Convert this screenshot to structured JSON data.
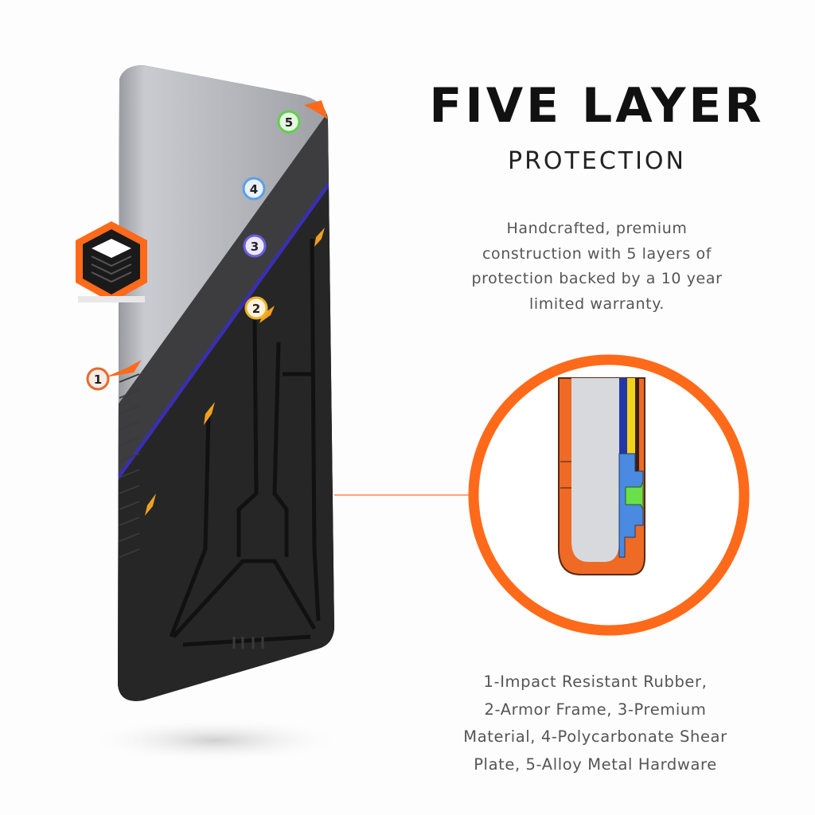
{
  "heading": {
    "title": "FIVE LAYER",
    "subtitle": "PROTECTION"
  },
  "description": {
    "lines": [
      "Handcrafted, premium",
      "construction with 5 layers of",
      "protection backed by a 10 year",
      "limited warranty."
    ]
  },
  "layers": {
    "lines": [
      "1-Impact Resistant Rubber,",
      "2-Armor Frame, 3-Premium",
      "Material, 4-Polycarbonate Shear",
      "Plate, 5-Alloy Metal Hardware"
    ],
    "items": [
      {
        "number": "1",
        "name": "Impact Resistant Rubber",
        "color": "#e8692a"
      },
      {
        "number": "2",
        "name": "Armor Frame",
        "color": "#f0b429"
      },
      {
        "number": "3",
        "name": "Premium Material",
        "color": "#4b3fc0"
      },
      {
        "number": "4",
        "name": "Polycarbonate Shear Plate",
        "color": "#5aa0e8"
      },
      {
        "number": "5",
        "name": "Alloy Metal Hardware",
        "color": "#5fd14a"
      }
    ]
  },
  "colors": {
    "accent_orange": "#ff6a1a",
    "case_black": "#1e1e1e",
    "phone_silver": "#a9abb0"
  },
  "icons": {
    "layers_badge": "layers-stack-icon"
  }
}
